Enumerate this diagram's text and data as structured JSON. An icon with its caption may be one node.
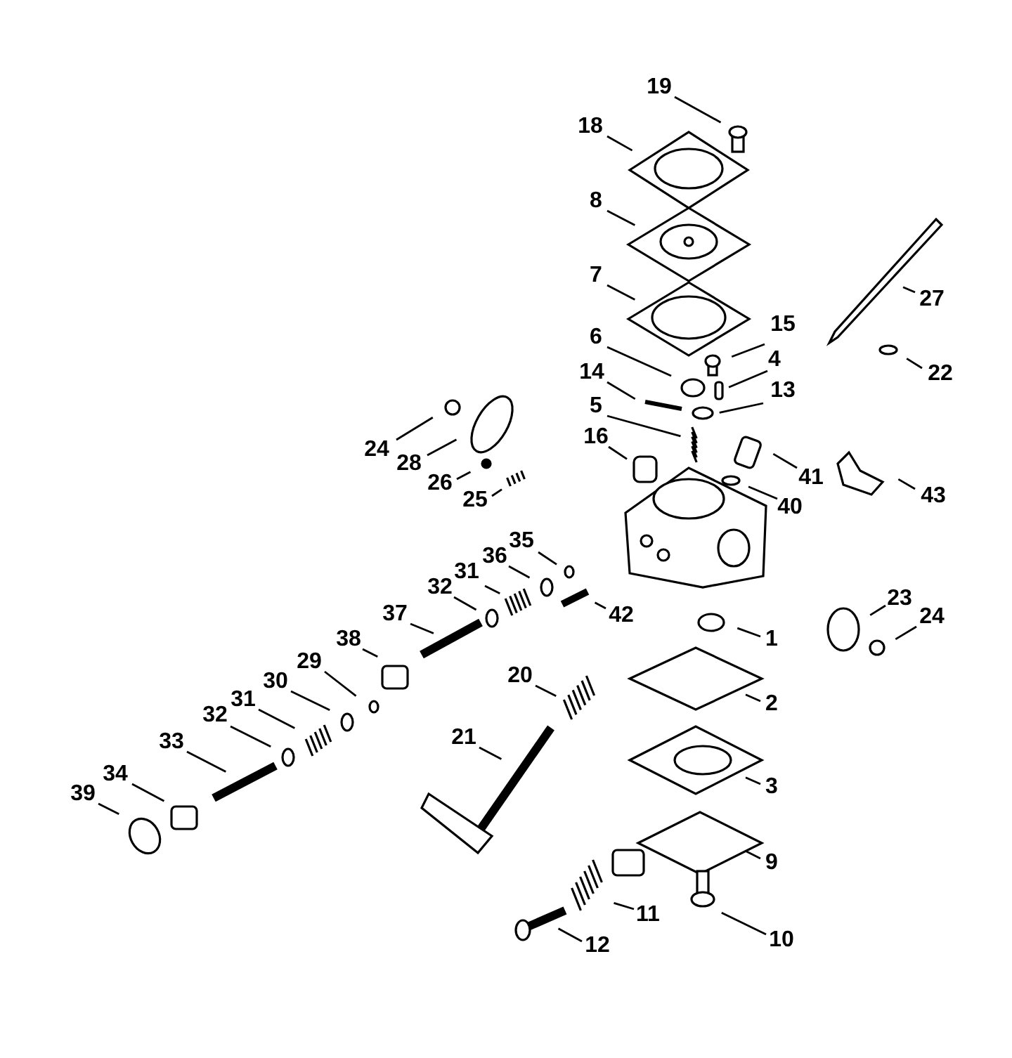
{
  "diagram": {
    "nodes": [
      {
        "text": [
          "19"
        ]
      },
      {
        "text": [
          "18"
        ]
      },
      {
        "text": [
          "8"
        ]
      },
      {
        "text": [
          "7"
        ]
      },
      {
        "text": [
          "15"
        ]
      },
      {
        "text": [
          "6"
        ]
      },
      {
        "text": [
          "4"
        ]
      },
      {
        "text": [
          "14"
        ]
      },
      {
        "text": [
          "13"
        ]
      },
      {
        "text": [
          "5"
        ]
      },
      {
        "text": [
          "16"
        ]
      },
      {
        "text": [
          "41"
        ]
      },
      {
        "text": [
          "40"
        ]
      },
      {
        "text": [
          "27"
        ]
      },
      {
        "text": [
          "22"
        ]
      },
      {
        "text": [
          "43"
        ]
      },
      {
        "text": [
          "24"
        ]
      },
      {
        "text": [
          "28"
        ]
      },
      {
        "text": [
          "26"
        ]
      },
      {
        "text": [
          "25"
        ]
      },
      {
        "text": [
          "35"
        ]
      },
      {
        "text": [
          "36"
        ]
      },
      {
        "text": [
          "31"
        ]
      },
      {
        "text": [
          "32"
        ]
      },
      {
        "text": [
          "42"
        ]
      },
      {
        "text": [
          "37"
        ]
      },
      {
        "text": [
          "1"
        ]
      },
      {
        "text": [
          "23"
        ]
      },
      {
        "text": [
          "24"
        ]
      },
      {
        "text": [
          "38"
        ]
      },
      {
        "text": [
          "29"
        ]
      },
      {
        "text": [
          "30"
        ]
      },
      {
        "text": [
          "31"
        ]
      },
      {
        "text": [
          "32"
        ]
      },
      {
        "text": [
          "33"
        ]
      },
      {
        "text": [
          "34"
        ]
      },
      {
        "text": [
          "39"
        ]
      },
      {
        "text": [
          "20"
        ]
      },
      {
        "text": [
          "21"
        ]
      },
      {
        "text": [
          "2"
        ]
      },
      {
        "text": [
          "3"
        ]
      },
      {
        "text": [
          "9"
        ]
      },
      {
        "text": [
          "11"
        ]
      },
      {
        "text": [
          "12"
        ]
      },
      {
        "text": [
          "10"
        ]
      }
    ],
    "edges": [
      {
        "from": 0,
        "to": null,
        "arrow": "none"
      },
      {
        "from": 1,
        "to": null,
        "arrow": "none"
      },
      {
        "from": 2,
        "to": null,
        "arrow": "none"
      },
      {
        "from": 3,
        "to": null,
        "arrow": "none"
      },
      {
        "from": 4,
        "to": null,
        "arrow": "none"
      },
      {
        "from": 5,
        "to": null,
        "arrow": "none"
      },
      {
        "from": 6,
        "to": null,
        "arrow": "none"
      },
      {
        "from": 7,
        "to": null,
        "arrow": "none"
      },
      {
        "from": 8,
        "to": null,
        "arrow": "none"
      },
      {
        "from": 9,
        "to": null,
        "arrow": "none"
      },
      {
        "from": 10,
        "to": null,
        "arrow": "none"
      },
      {
        "from": 11,
        "to": null,
        "arrow": "none"
      },
      {
        "from": 12,
        "to": null,
        "arrow": "none"
      },
      {
        "from": 13,
        "to": null,
        "arrow": "none"
      },
      {
        "from": 14,
        "to": null,
        "arrow": "none"
      },
      {
        "from": 15,
        "to": null,
        "arrow": "none"
      },
      {
        "from": 16,
        "to": null,
        "arrow": "none"
      },
      {
        "from": 17,
        "to": null,
        "arrow": "none"
      },
      {
        "from": 18,
        "to": null,
        "arrow": "none"
      },
      {
        "from": 19,
        "to": null,
        "arrow": "none"
      },
      {
        "from": 20,
        "to": null,
        "arrow": "none"
      },
      {
        "from": 21,
        "to": null,
        "arrow": "none"
      },
      {
        "from": 22,
        "to": null,
        "arrow": "none"
      },
      {
        "from": 23,
        "to": null,
        "arrow": "none"
      },
      {
        "from": 24,
        "to": null,
        "arrow": "none"
      },
      {
        "from": 25,
        "to": null,
        "arrow": "none"
      },
      {
        "from": 26,
        "to": null,
        "arrow": "none"
      },
      {
        "from": 27,
        "to": null,
        "arrow": "none"
      },
      {
        "from": 28,
        "to": null,
        "arrow": "none"
      },
      {
        "from": 29,
        "to": null,
        "arrow": "none"
      },
      {
        "from": 30,
        "to": null,
        "arrow": "none"
      },
      {
        "from": 31,
        "to": null,
        "arrow": "none"
      },
      {
        "from": 32,
        "to": null,
        "arrow": "none"
      },
      {
        "from": 33,
        "to": null,
        "arrow": "none"
      },
      {
        "from": 34,
        "to": null,
        "arrow": "none"
      },
      {
        "from": 35,
        "to": null,
        "arrow": "none"
      },
      {
        "from": 36,
        "to": null,
        "arrow": "none"
      },
      {
        "from": 37,
        "to": null,
        "arrow": "none"
      },
      {
        "from": 38,
        "to": null,
        "arrow": "none"
      },
      {
        "from": 39,
        "to": null,
        "arrow": "none"
      },
      {
        "from": 40,
        "to": null,
        "arrow": "none"
      },
      {
        "from": 41,
        "to": null,
        "arrow": "none"
      },
      {
        "from": 42,
        "to": null,
        "arrow": "none"
      },
      {
        "from": 43,
        "to": null,
        "arrow": "none"
      },
      {
        "from": 44,
        "to": null,
        "arrow": "none"
      }
    ]
  }
}
